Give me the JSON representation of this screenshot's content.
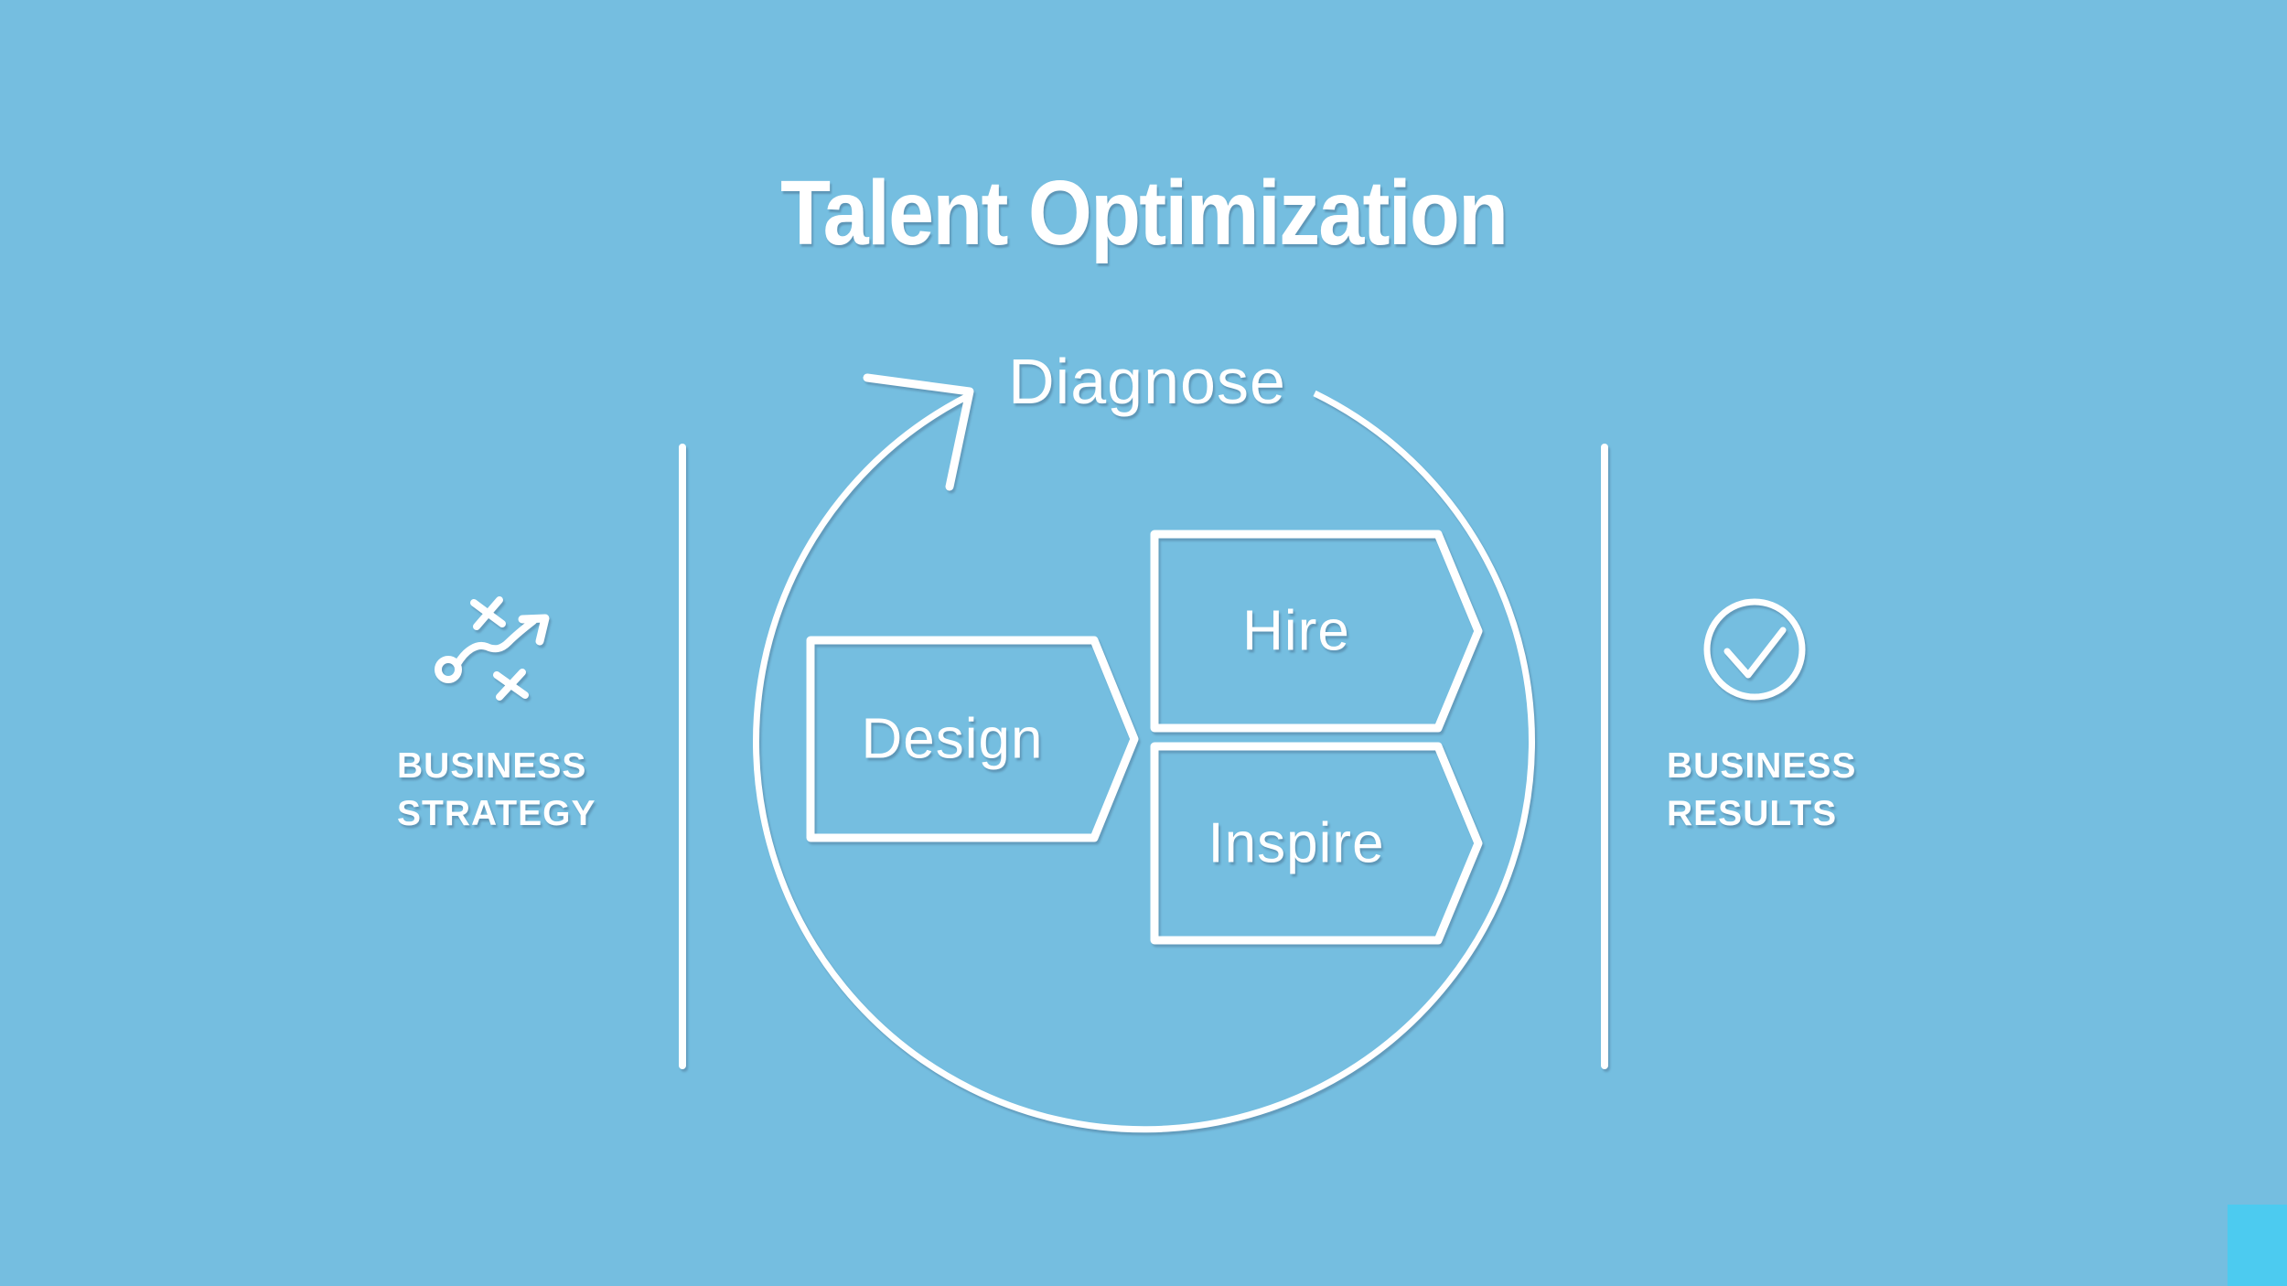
{
  "slide": {
    "title": "Talent Optimization",
    "colors": {
      "background": "#75BEE0",
      "stroke": "#FFFFFF",
      "corner_accent": "#4CCBF0"
    }
  },
  "cycle": {
    "label": "Diagnose",
    "steps": [
      {
        "label": "Design"
      },
      {
        "label": "Hire"
      },
      {
        "label": "Inspire"
      }
    ]
  },
  "left_panel": {
    "icon": "strategy-doodle-icon",
    "lines": [
      "BUSINESS",
      "STRATEGY"
    ]
  },
  "right_panel": {
    "icon": "check-circle-icon",
    "lines": [
      "BUSINESS",
      "RESULTS"
    ]
  }
}
